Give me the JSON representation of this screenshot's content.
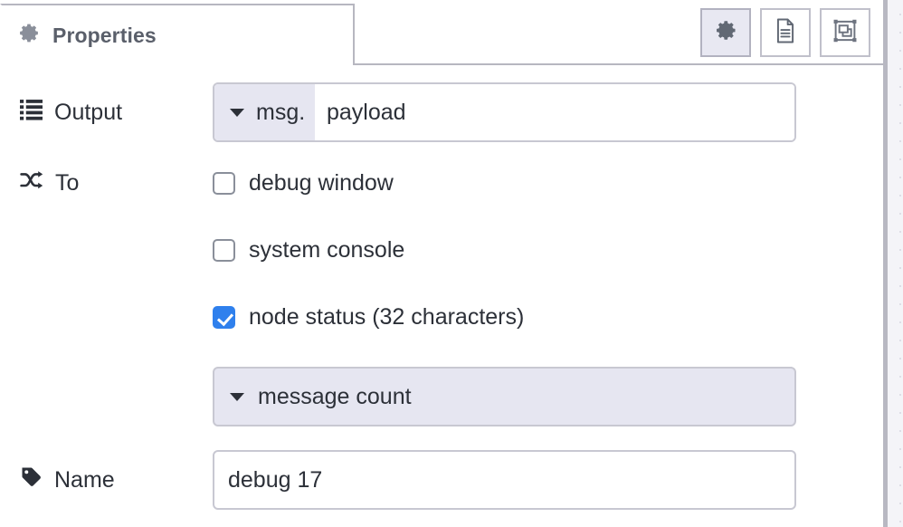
{
  "header": {
    "tab": {
      "label": "Properties",
      "icon": "gear-icon",
      "active": true
    },
    "buttons": [
      {
        "name": "properties-tab-button",
        "icon": "gear-icon",
        "active": true
      },
      {
        "name": "description-tab-button",
        "icon": "document-icon",
        "active": false
      },
      {
        "name": "appearance-tab-button",
        "icon": "appearance-icon",
        "active": false
      }
    ]
  },
  "form": {
    "output": {
      "label": "Output",
      "icon": "list-icon",
      "type_prefix": "msg.",
      "value": "payload"
    },
    "to": {
      "label": "To",
      "icon": "shuffle-icon",
      "options": [
        {
          "label": "debug window",
          "checked": false
        },
        {
          "label": "system console",
          "checked": false
        },
        {
          "label": "node status (32 characters)",
          "checked": true
        }
      ],
      "status_select": {
        "value": "message count"
      }
    },
    "name": {
      "label": "Name",
      "icon": "tag-icon",
      "value": "debug 17",
      "placeholder": "Name"
    }
  },
  "colors": {
    "accent_checked": "#2f80ed",
    "field_lavender": "#e6e6f1",
    "border": "#c8c8d2",
    "text": "#2c3038",
    "tab_label": "#5a5f6a"
  }
}
